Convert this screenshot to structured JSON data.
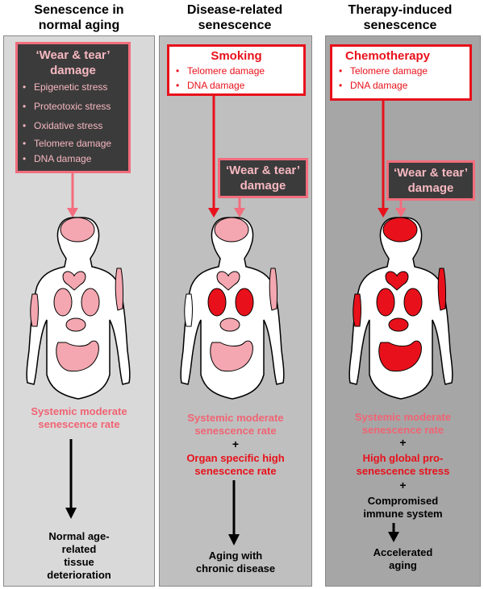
{
  "columns": [
    {
      "title": [
        "Senescence in",
        "normal aging"
      ],
      "damage_title": [
        "‘Wear & tear’",
        "damage"
      ],
      "damage_items": [
        "Epigenetic stress",
        "Proteotoxic stress",
        "Oxidative stress",
        "Telomere damage",
        "DNA damage"
      ],
      "rate": [
        "Systemic moderate",
        "senescence rate"
      ],
      "outcome": [
        "Normal age-",
        "related",
        "tissue",
        "deterioration"
      ]
    },
    {
      "title": [
        "Disease-related",
        "senescence"
      ],
      "trigger_title": "Smoking",
      "trigger_items": [
        "Telomere damage",
        "DNA damage"
      ],
      "wear_tear": [
        "‘Wear & tear’",
        "damage"
      ],
      "rate": [
        "Systemic moderate",
        "senescence rate"
      ],
      "plus": "+",
      "extra": [
        "Organ specific high",
        "senescence rate"
      ],
      "outcome": [
        "Aging with",
        "chronic disease"
      ]
    },
    {
      "title": [
        "Therapy-induced",
        "senescence"
      ],
      "trigger_title": "Chemotherapy",
      "trigger_items": [
        "Telomere damage",
        "DNA damage"
      ],
      "wear_tear": [
        "‘Wear & tear’",
        "damage"
      ],
      "rate": [
        "Systemic moderate",
        "senescence rate"
      ],
      "plus1": "+",
      "extra": [
        "High global pro-",
        "senescence stress"
      ],
      "plus2": "+",
      "immune": [
        "Compromised",
        "immune system"
      ],
      "outcome": [
        "Accelerated",
        "aging"
      ]
    }
  ],
  "colors": {
    "panel1": "#d9d9d9",
    "panel2": "#bfbfbf",
    "panel3": "#a6a6a6",
    "dark_box": "#3b3b3b",
    "pink": "#f26d7d",
    "red": "#e8111b",
    "organ_pink": "#f4a7b0",
    "organ_red": "#e8111b"
  }
}
